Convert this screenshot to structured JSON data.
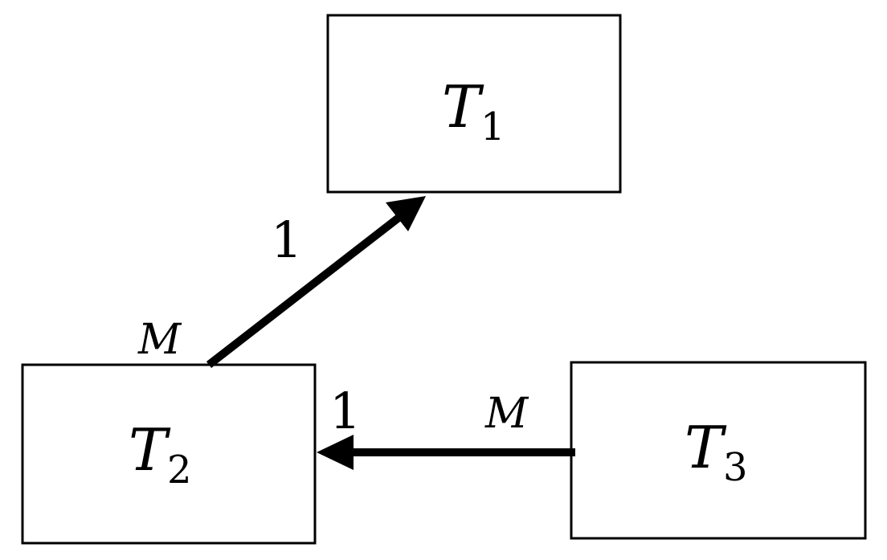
{
  "entities": {
    "t1": {
      "letter": "T",
      "index": "1"
    },
    "t2": {
      "letter": "T",
      "index": "2"
    },
    "t3": {
      "letter": "T",
      "index": "3"
    }
  },
  "relationships": [
    {
      "from": "T2",
      "to": "T1",
      "from_cardinality": "M",
      "to_cardinality": "1"
    },
    {
      "from": "T3",
      "to": "T2",
      "from_cardinality": "M",
      "to_cardinality": "1"
    }
  ]
}
